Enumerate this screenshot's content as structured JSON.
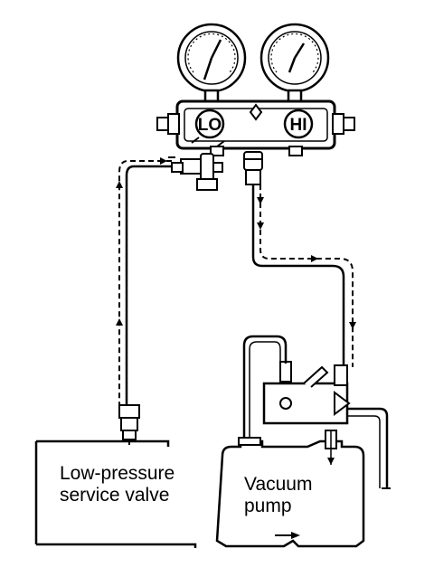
{
  "gauge_manifold": {
    "low_side_label": "LO",
    "high_side_label": "HI"
  },
  "low_pressure_valve": {
    "line1": "Low-pressure",
    "line2": "service valve"
  },
  "vacuum_pump": {
    "line1": "Vacuum",
    "line2": "pump"
  }
}
